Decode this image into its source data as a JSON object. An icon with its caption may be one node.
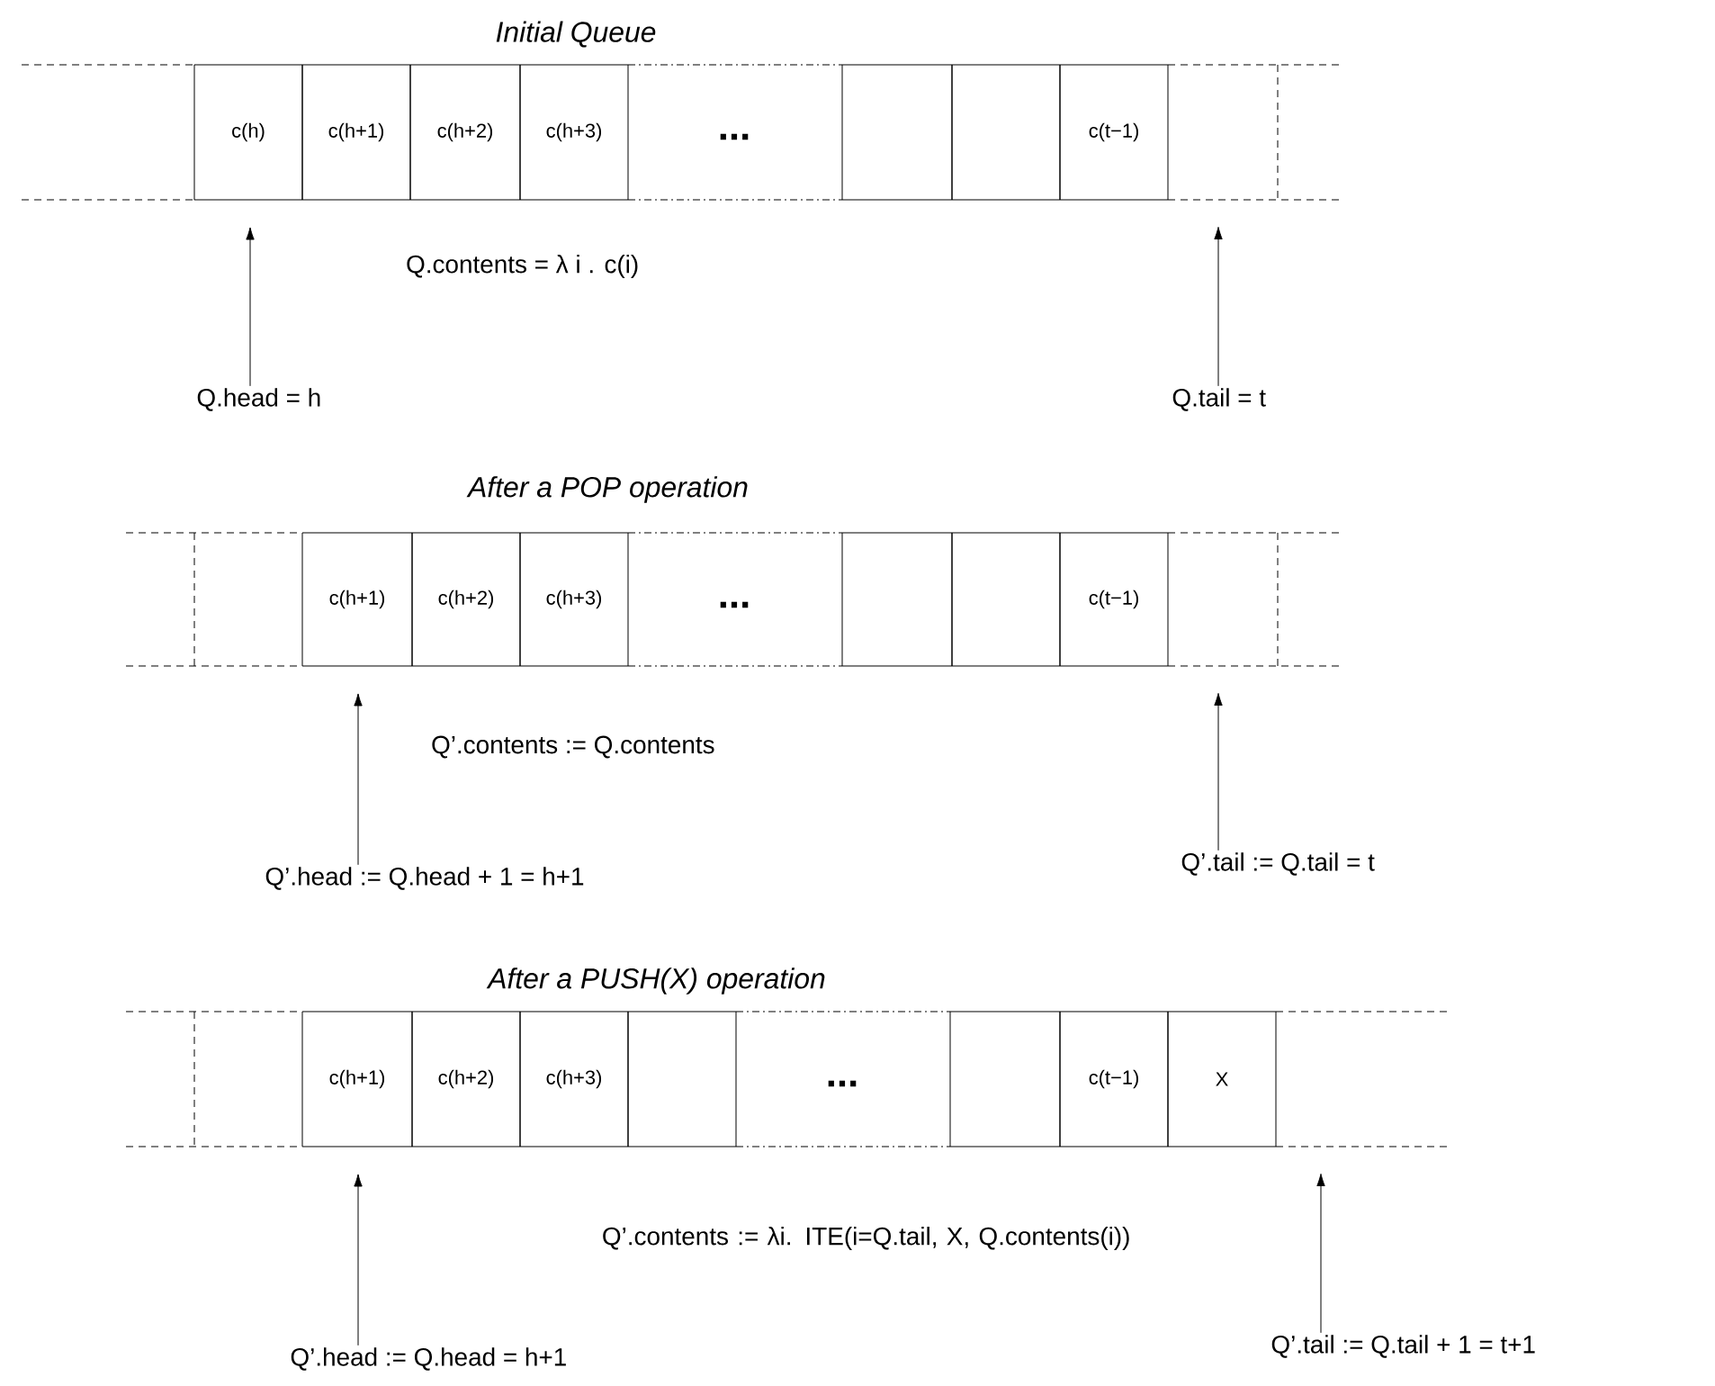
{
  "diagram": {
    "nodes": [
      {
        "text": [
          "c(h)"
        ]
      },
      {
        "text": [
          "c(h+1)"
        ]
      },
      {
        "text": [
          "c(h+2)"
        ]
      },
      {
        "text": [
          "c(h+3)"
        ]
      },
      {
        "text": [],
        "shape": "box"
      },
      {
        "text": [],
        "shape": "box"
      },
      {
        "text": [
          "c(t−1)"
        ]
      },
      {
        "text": [
          "Q.head = h"
        ]
      },
      {
        "text": [
          "Q.tail = t"
        ]
      },
      {
        "text": [
          "c(h+1)"
        ]
      },
      {
        "text": [
          "c(h+2)"
        ]
      },
      {
        "text": [
          "c(h+3)"
        ]
      },
      {
        "text": [],
        "shape": "box"
      },
      {
        "text": [],
        "shape": "box"
      },
      {
        "text": [
          "c(t−1)"
        ]
      },
      {
        "text": [
          "Q’.head := Q.head + 1 = h+1"
        ]
      },
      {
        "text": [
          "Q’.tail := Q.tail = t"
        ]
      },
      {
        "text": [
          "c(h+1)"
        ]
      },
      {
        "text": [
          "c(h+2)"
        ]
      },
      {
        "text": [
          "c(h+3)"
        ]
      },
      {
        "text": [],
        "shape": "box"
      },
      {
        "text": [],
        "shape": "box"
      },
      {
        "text": [
          "c(t−1)"
        ]
      },
      {
        "text": [
          "X"
        ]
      },
      {
        "text": [
          "Q’.head := Q.head = h+1"
        ]
      },
      {
        "text": [
          "Q’.tail := Q.tail + 1 = t+1"
        ]
      }
    ],
    "edges": [
      {
        "from": 7,
        "to": 0,
        "arrow": "to"
      },
      {
        "from": 8,
        "to": null,
        "arrow": "to"
      },
      {
        "from": 15,
        "to": 9,
        "arrow": "to"
      },
      {
        "from": 16,
        "to": null,
        "arrow": "to"
      },
      {
        "from": 24,
        "to": 17,
        "arrow": "to"
      },
      {
        "from": 25,
        "to": null,
        "arrow": "to"
      }
    ],
    "labels": [
      "Initial Queue",
      "...",
      "Q.contents =   λ i .  c(i)",
      "After a POP operation",
      "...",
      "Q’.contents :=  Q.contents",
      "After a PUSH(X) operation",
      "...",
      "Q’.contents :=    λi. ITE(i=Q.tail, X, Q.contents(i))"
    ]
  }
}
